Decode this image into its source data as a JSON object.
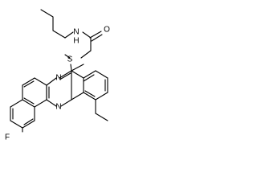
{
  "atoms": {
    "amide_n": "N",
    "amide_h": "H",
    "carbonyl_o": "O",
    "thioether_s": "S",
    "ring_n_upper": "N",
    "ring_n_lower": "N",
    "fluorine": "F"
  }
}
